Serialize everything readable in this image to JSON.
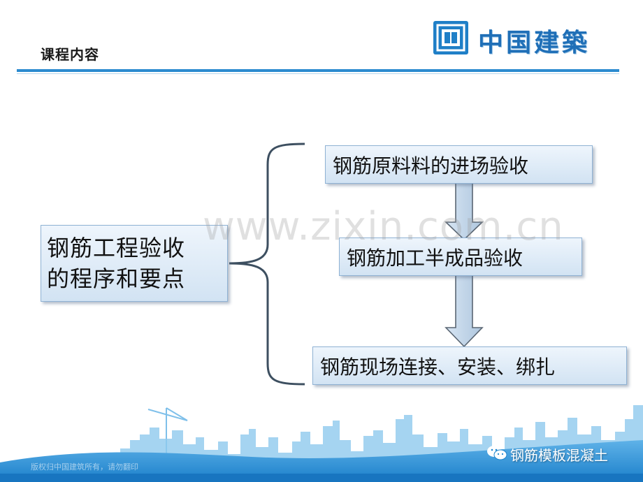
{
  "header": {
    "title": "课程内容",
    "logo_text": "中国建築"
  },
  "diagram": {
    "main": {
      "line1": "钢筋工程验收",
      "line2": "的程序和要点"
    },
    "steps": [
      {
        "label": "钢筋原料料的进场验收"
      },
      {
        "label": "钢筋加工半成品验收"
      },
      {
        "label": "钢筋现场连接、安装、绑扎"
      }
    ]
  },
  "watermark": "www.zixin.com.cn",
  "footer": {
    "copyright": "版权归中国建筑所有，请勿翻印",
    "account": "钢筋模板混凝土"
  },
  "colors": {
    "accent": "#2c8bd0",
    "box_fill": "#d2e3f3",
    "footer_blue": "#1d86cf"
  }
}
